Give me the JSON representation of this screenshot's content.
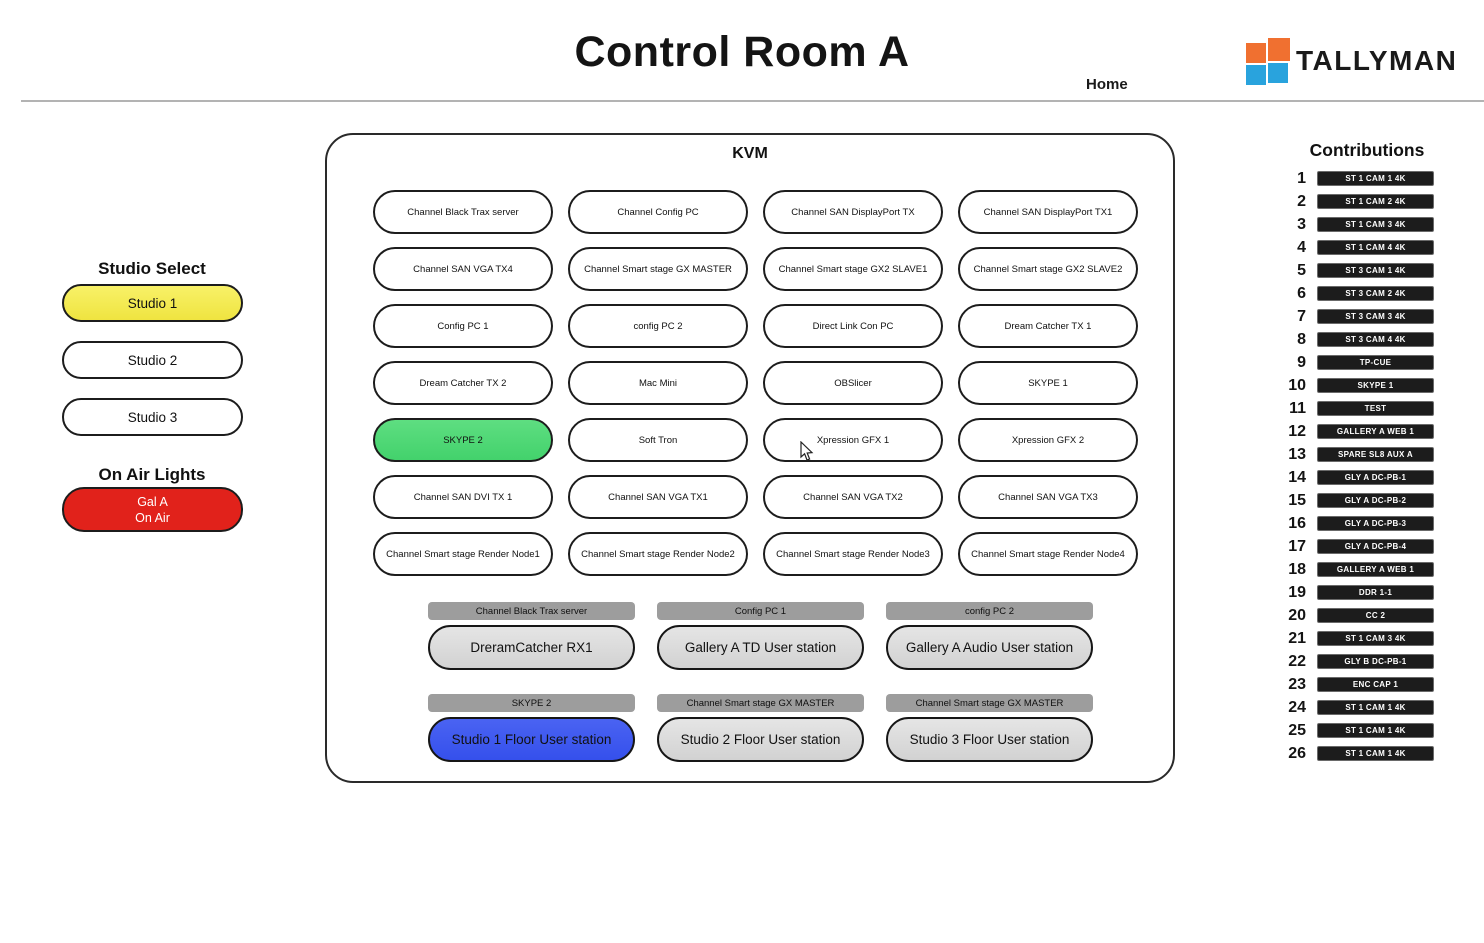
{
  "header": {
    "title": "Control Room A",
    "home_label": "Home",
    "brand": "TALLYMAN"
  },
  "colors": {
    "studio_selected_yellow": "#f4ec52",
    "kvm_active_green": "#4fd776",
    "on_air_red": "#e1221b",
    "station_active_blue": "#3e57ee",
    "logo_orange": "#f07030",
    "logo_blue": "#29a3dd",
    "station_source_gray": "#9d9d9d",
    "contribution_black": "#1c1c1c"
  },
  "studio_select": {
    "heading": "Studio Select",
    "buttons": [
      {
        "label": "Studio 1",
        "variant": "yellow"
      },
      {
        "label": "Studio 2",
        "variant": ""
      },
      {
        "label": "Studio 3",
        "variant": ""
      }
    ]
  },
  "on_air": {
    "heading": "On Air Lights",
    "line1": "Gal A",
    "line2": "On Air"
  },
  "kvm": {
    "title": "KVM",
    "buttons": [
      {
        "label": "Channel Black Trax server",
        "variant": ""
      },
      {
        "label": "Channel Config PC",
        "variant": ""
      },
      {
        "label": "Channel SAN DisplayPort TX",
        "variant": ""
      },
      {
        "label": "Channel SAN DisplayPort TX1",
        "variant": ""
      },
      {
        "label": "Channel SAN VGA TX4",
        "variant": ""
      },
      {
        "label": "Channel Smart stage GX MASTER",
        "variant": ""
      },
      {
        "label": "Channel Smart stage GX2 SLAVE1",
        "variant": ""
      },
      {
        "label": "Channel Smart stage GX2 SLAVE2",
        "variant": ""
      },
      {
        "label": "Config PC 1",
        "variant": ""
      },
      {
        "label": "config PC 2",
        "variant": ""
      },
      {
        "label": "Direct Link Con PC",
        "variant": ""
      },
      {
        "label": "Dream Catcher TX 1",
        "variant": ""
      },
      {
        "label": "Dream Catcher TX 2",
        "variant": ""
      },
      {
        "label": "Mac Mini",
        "variant": ""
      },
      {
        "label": "OBSlicer",
        "variant": ""
      },
      {
        "label": "SKYPE 1",
        "variant": ""
      },
      {
        "label": "SKYPE 2",
        "variant": "green"
      },
      {
        "label": "Soft Tron",
        "variant": ""
      },
      {
        "label": "Xpression GFX 1",
        "variant": ""
      },
      {
        "label": "Xpression GFX 2",
        "variant": ""
      },
      {
        "label": "Channel SAN DVI TX 1",
        "variant": ""
      },
      {
        "label": "Channel SAN VGA TX1",
        "variant": ""
      },
      {
        "label": "Channel SAN VGA TX2",
        "variant": ""
      },
      {
        "label": "Channel SAN VGA TX3",
        "variant": ""
      },
      {
        "label": "Channel Smart stage Render Node1",
        "variant": ""
      },
      {
        "label": "Channel Smart stage Render Node2",
        "variant": ""
      },
      {
        "label": "Channel Smart stage Render Node3",
        "variant": ""
      },
      {
        "label": "Channel Smart stage Render Node4",
        "variant": ""
      }
    ]
  },
  "stations": {
    "row1": [
      {
        "source": "Channel Black Trax server",
        "label": "DreramCatcher RX1",
        "variant": ""
      },
      {
        "source": "Config PC 1",
        "label": "Gallery A TD User station",
        "variant": ""
      },
      {
        "source": "config PC 2",
        "label": "Gallery A Audio User station",
        "variant": ""
      }
    ],
    "row2": [
      {
        "source": "SKYPE 2",
        "label": "Studio 1 Floor User station",
        "variant": "blue"
      },
      {
        "source": "Channel Smart stage GX MASTER",
        "label": "Studio 2 Floor User station",
        "variant": ""
      },
      {
        "source": "Channel Smart stage GX MASTER",
        "label": "Studio 3 Floor User station",
        "variant": ""
      }
    ]
  },
  "contributions": {
    "heading": "Contributions",
    "items": [
      {
        "num": "1",
        "label": "ST 1 CAM 1 4K"
      },
      {
        "num": "2",
        "label": "ST 1 CAM 2 4K"
      },
      {
        "num": "3",
        "label": "ST 1 CAM 3 4K"
      },
      {
        "num": "4",
        "label": "ST 1 CAM 4 4K"
      },
      {
        "num": "5",
        "label": "ST 3 CAM 1 4K"
      },
      {
        "num": "6",
        "label": "ST 3 CAM 2 4K"
      },
      {
        "num": "7",
        "label": "ST 3 CAM 3 4K"
      },
      {
        "num": "8",
        "label": "ST 3 CAM 4 4K"
      },
      {
        "num": "9",
        "label": "TP-CUE"
      },
      {
        "num": "10",
        "label": "SKYPE 1"
      },
      {
        "num": "11",
        "label": "TEST"
      },
      {
        "num": "12",
        "label": "GALLERY A WEB 1"
      },
      {
        "num": "13",
        "label": "SPARE SL8 AUX A"
      },
      {
        "num": "14",
        "label": "GLY A DC-PB-1"
      },
      {
        "num": "15",
        "label": "GLY A DC-PB-2"
      },
      {
        "num": "16",
        "label": "GLY A DC-PB-3"
      },
      {
        "num": "17",
        "label": "GLY A DC-PB-4"
      },
      {
        "num": "18",
        "label": "GALLERY A WEB 1"
      },
      {
        "num": "19",
        "label": "DDR 1-1"
      },
      {
        "num": "20",
        "label": "CC 2"
      },
      {
        "num": "21",
        "label": "ST 1 CAM 3 4K"
      },
      {
        "num": "22",
        "label": "GLY B DC-PB-1"
      },
      {
        "num": "23",
        "label": "ENC CAP 1"
      },
      {
        "num": "24",
        "label": "ST 1 CAM 1 4K"
      },
      {
        "num": "25",
        "label": "ST 1 CAM 1 4K"
      },
      {
        "num": "26",
        "label": "ST 1 CAM 1 4K"
      }
    ]
  }
}
